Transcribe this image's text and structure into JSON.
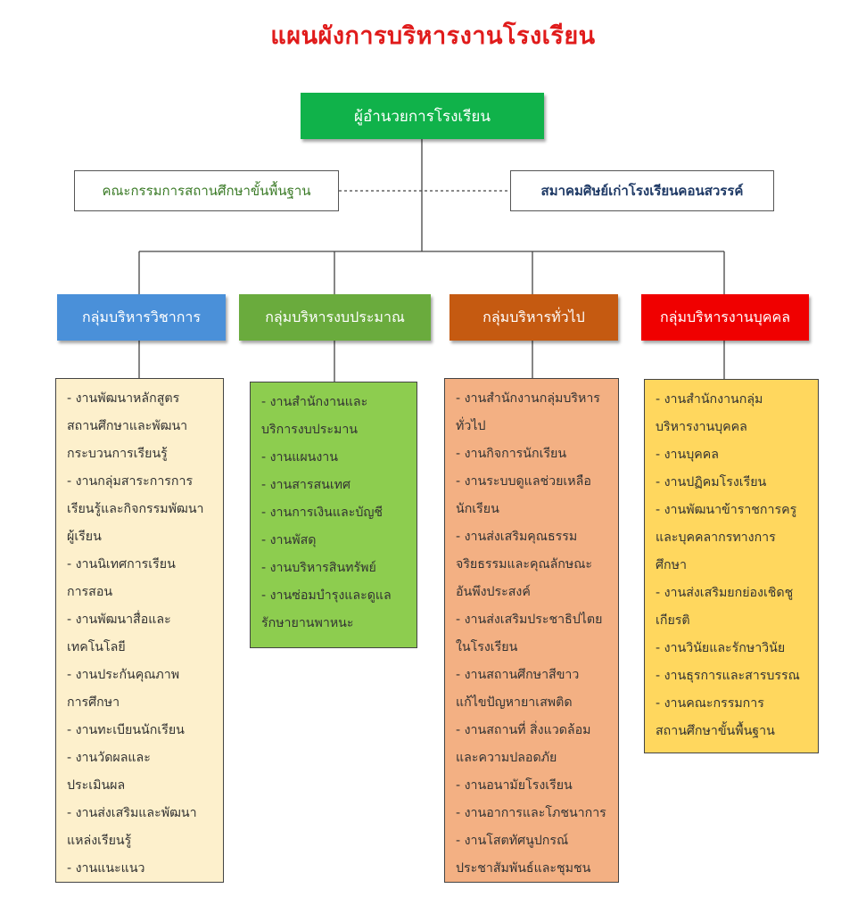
{
  "title": "แผนผังการบริหารงานโรงเรียน",
  "director": "ผู้อำนวยการโรงเรียน",
  "side_left": "คณะกรรมการสถานศึกษาขั้นพื้นฐาน",
  "side_right": "สมาคมศิษย์เก่าโรงเรียนคอนสวรรค์",
  "colors": {
    "title": "#e01b1b",
    "director": "#10b24a",
    "academic_header": "#4a90d9",
    "academic_box": "#fdf0cc",
    "budget_header": "#6aab3d",
    "budget_box": "#8dcd4f",
    "general_header": "#c55a11",
    "general_box": "#f3b083",
    "personnel_header": "#f00000",
    "personnel_box": "#ffd75e"
  },
  "groups": [
    {
      "name": "กลุ่มบริหารวิชาการ",
      "items": [
        "- งานพัฒนาหลักสูตร",
        "สถานศึกษาและพัฒนา",
        "กระบวนการเรียนรู้",
        "- งานกลุ่มสาระการการ",
        "เรียนรู้และกิจกรรมพัฒนา",
        "ผู้เรียน",
        "- งานนิเทศการเรียน",
        "การสอน",
        "- งานพัฒนาสื่อและ",
        "เทคโนโลยี",
        "- งานประกันคุณภาพ",
        "การศึกษา",
        "- งานทะเบียนนักเรียน",
        "- งานวัดผลและ",
        "ประเมินผล",
        "- งานส่งเสริมและพัฒนา",
        "แหล่งเรียนรู้",
        "- งานแนะแนว"
      ]
    },
    {
      "name": "กลุ่มบริหารงบประมาณ",
      "items": [
        "- งานสำนักงานและ",
        "บริการงบประมาน",
        "- งานแผนงาน",
        "- งานสารสนเทศ",
        "- งานการเงินและบัญชี",
        "- งานพัสดุ",
        "- งานบริหารสินทรัพย์",
        "- งานซ่อมบำรุงและดูแล",
        "รักษายานพาหนะ"
      ]
    },
    {
      "name": "กลุ่มบริหารทั่วไป",
      "items": [
        "- งานสำนักงานกลุ่มบริหาร",
        "ทั่วไป",
        "- งานกิจการนักเรียน",
        "- งานระบบดูแลช่วยเหลือ",
        "นักเรียน",
        "- งานส่งเสริมคุณธรรม",
        "จริยธรรมและคุณลักษณะ",
        "อันพึงประสงค์",
        "- งานส่งเสริมประชาธิปไตย",
        "ในโรงเรียน",
        "- งานสถานศึกษาสีขาว",
        "แก้ไขปัญหายาเสพติด",
        "- งานสถานที่ สิ่งแวดล้อม",
        "และความปลอดภัย",
        "- งานอนามัยโรงเรียน",
        "- งานอาการและโภชนาการ",
        "- งานโสตทัศนูปกรณ์",
        "ประชาสัมพันธ์และชุมชน"
      ]
    },
    {
      "name": "กลุ่มบริหารงานบุคคล",
      "items": [
        "- งานสำนักงานกลุ่ม",
        "บริหารงานบุคคล",
        "- งานบุคคล",
        "- งานปฏิคมโรงเรียน",
        "- งานพัฒนาข้าราชการครู",
        "และบุคคลากรทางการ",
        "ศึกษา",
        "- งานส่งเสริมยกย่องเชิดชู",
        "เกียรติ",
        "- งานวินัยและรักษาวินัย",
        "- งานธุรการและสารบรรณ",
        "- งานคณะกรรมการ",
        "สถานศึกษาขั้นพื้นฐาน"
      ]
    }
  ]
}
